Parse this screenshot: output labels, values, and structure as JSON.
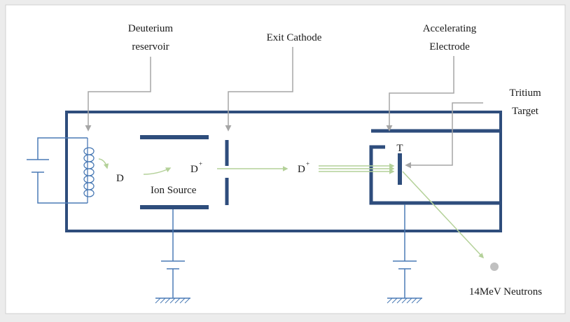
{
  "labels": {
    "deuterium_line1": "Deuterium",
    "deuterium_line2": "reservoir",
    "exit_cathode": "Exit Cathode",
    "accel_line1": "Accelerating",
    "accel_line2": "Electrode",
    "tritium_line1": "Tritium",
    "tritium_line2": "Target",
    "d_atom": "D",
    "d_ion_1": "D",
    "d_ion_1_charge": "+",
    "ion_source": "Ion Source",
    "d_ion_2": "D",
    "d_ion_2_charge": "+",
    "tritium_symbol": "T",
    "neutrons": "14MeV Neutrons"
  },
  "colors": {
    "background": "#ececec",
    "panel": "#ffffff",
    "structure": "#2e4d7c",
    "circuit": "#4a7ab5",
    "beam": "#b4d199",
    "callout": "#a6a6a6",
    "neutron_dot": "#c0c0c0"
  },
  "icons": {
    "coil": "helix-coil-icon",
    "battery": "battery-icon",
    "ground": "ground-symbol-icon"
  }
}
